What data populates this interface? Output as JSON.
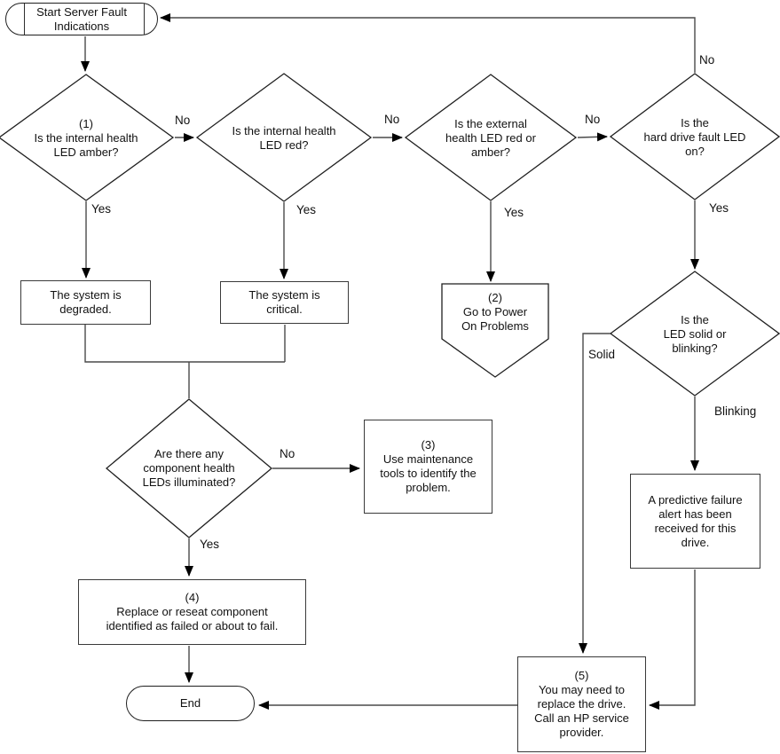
{
  "diagram": {
    "type": "flowchart",
    "title": "Server Fault Indications",
    "nodes": {
      "start": "Start Server Fault\nIndications",
      "q1": "(1)\nIs the internal health\nLED amber?",
      "q2": "Is the internal health\nLED red?",
      "q3": "Is the external\nhealth LED red or\namber?",
      "q4": "Is the\nhard drive fault LED\non?",
      "degraded": "The system is\ndegraded.",
      "critical": "The system is\ncritical.",
      "power_on": "(2)\nGo to Power\nOn Problems",
      "q5": "Is the\nLED solid or\nblinking?",
      "q6": "Are there any\ncomponent health\nLEDs illuminated?",
      "maintenance": "(3)\nUse maintenance\ntools to identify the\nproblem.",
      "predictive": "A predictive failure\nalert has been\nreceived for this\ndrive.",
      "replace": "(4)\nReplace or reseat component\nidentified as failed or about to fail.",
      "end": "End",
      "service": "(5)\nYou may need to\nreplace the drive.\nCall an HP service\nprovider."
    },
    "edge_labels": {
      "q1_no": "No",
      "q1_yes": "Yes",
      "q2_no": "No",
      "q2_yes": "Yes",
      "q3_no": "No",
      "q3_yes": "Yes",
      "q4_no": "No",
      "q4_yes": "Yes",
      "q5_solid": "Solid",
      "q5_blinking": "Blinking",
      "q6_no": "No",
      "q6_yes": "Yes"
    },
    "colors": {
      "line": "#4a4a4a",
      "shape_stroke": "#1f1f1f",
      "text": "#111111",
      "background": "#ffffff"
    }
  }
}
